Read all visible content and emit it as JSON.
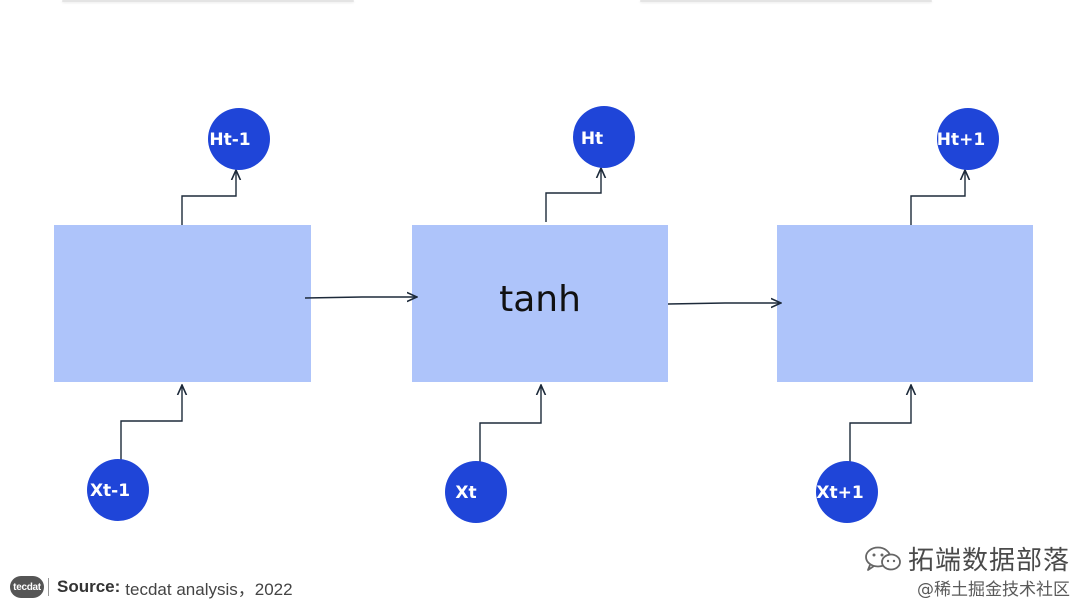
{
  "diagram": {
    "cells": [
      {
        "id": "cell-t-minus-1",
        "label": ""
      },
      {
        "id": "cell-t",
        "label": "tanh"
      },
      {
        "id": "cell-t-plus-1",
        "label": ""
      }
    ],
    "hidden_nodes": [
      {
        "id": "h-t-minus-1",
        "label": "Ht-1"
      },
      {
        "id": "h-t",
        "label": "Ht"
      },
      {
        "id": "h-t-plus-1",
        "label": "Ht+1"
      }
    ],
    "input_nodes": [
      {
        "id": "x-t-minus-1",
        "label": "Xt-1"
      },
      {
        "id": "x-t",
        "label": "Xt"
      },
      {
        "id": "x-t-plus-1",
        "label": "Xt+1"
      }
    ],
    "colors": {
      "cell_fill": "#aec4fa",
      "node_fill": "#1f45d8",
      "arrow": "#1d2a3a"
    }
  },
  "footer": {
    "logo_text": "tecdat",
    "source_label": "Source:",
    "source_text": "tecdat analysis，2022"
  },
  "watermark": {
    "main": "拓端数据部落",
    "sub": "@稀土掘金技术社区",
    "icon": "wechat-icon"
  }
}
